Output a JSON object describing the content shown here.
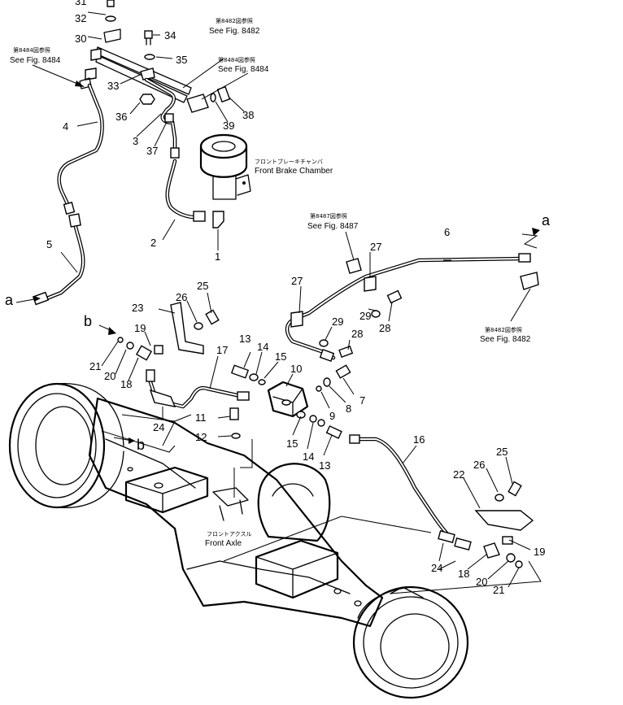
{
  "callouts": {
    "n1": "1",
    "n2": "2",
    "n3": "3",
    "n4": "4",
    "n5": "5",
    "n6": "6",
    "n7": "7",
    "n8": "8",
    "n9": "9",
    "n10": "10",
    "n11": "11",
    "n12": "12",
    "n13a": "13",
    "n13b": "13",
    "n14a": "14",
    "n14b": "14",
    "n15a": "15",
    "n15b": "15",
    "n16": "16",
    "n17": "17",
    "n18a": "18",
    "n18b": "18",
    "n19a": "19",
    "n19b": "19",
    "n20a": "20",
    "n20b": "20",
    "n21a": "21",
    "n21b": "21",
    "n22": "22",
    "n23": "23",
    "n24a": "24",
    "n24b": "24",
    "n25a": "25",
    "n25b": "25",
    "n26a": "26",
    "n26b": "26",
    "n27a": "27",
    "n27b": "27",
    "n28a": "28",
    "n28b": "28",
    "n29a": "29",
    "n29b": "29",
    "n30": "30",
    "n31": "31",
    "n32": "32",
    "n33": "33",
    "n34": "34",
    "n35": "35",
    "n36": "36",
    "n37": "37",
    "n38": "38",
    "n39": "39"
  },
  "letters": {
    "a_left": "a",
    "a_right": "a",
    "b_top": "b",
    "b_axle": "b"
  },
  "references": {
    "fig8484_left_jp": "第8484図参照",
    "fig8484_left_en": "See Fig. 8484",
    "fig8482_top_jp": "第8482図参照",
    "fig8482_top_en": "See Fig. 8482",
    "fig8484_mid_jp": "第8484図参照",
    "fig8484_mid_en": "See Fig. 8484",
    "fig8487_jp": "第8487図参照",
    "fig8487_en": "See Fig. 8487",
    "fig8482_right_jp": "第8482図参照",
    "fig8482_right_en": "See Fig. 8482"
  },
  "components": {
    "chamber_jp": "フロントブレーキチャンバ",
    "chamber_en": "Front Brake Chamber",
    "axle_jp": "フロントアクスル",
    "axle_en": "Front Axle"
  }
}
